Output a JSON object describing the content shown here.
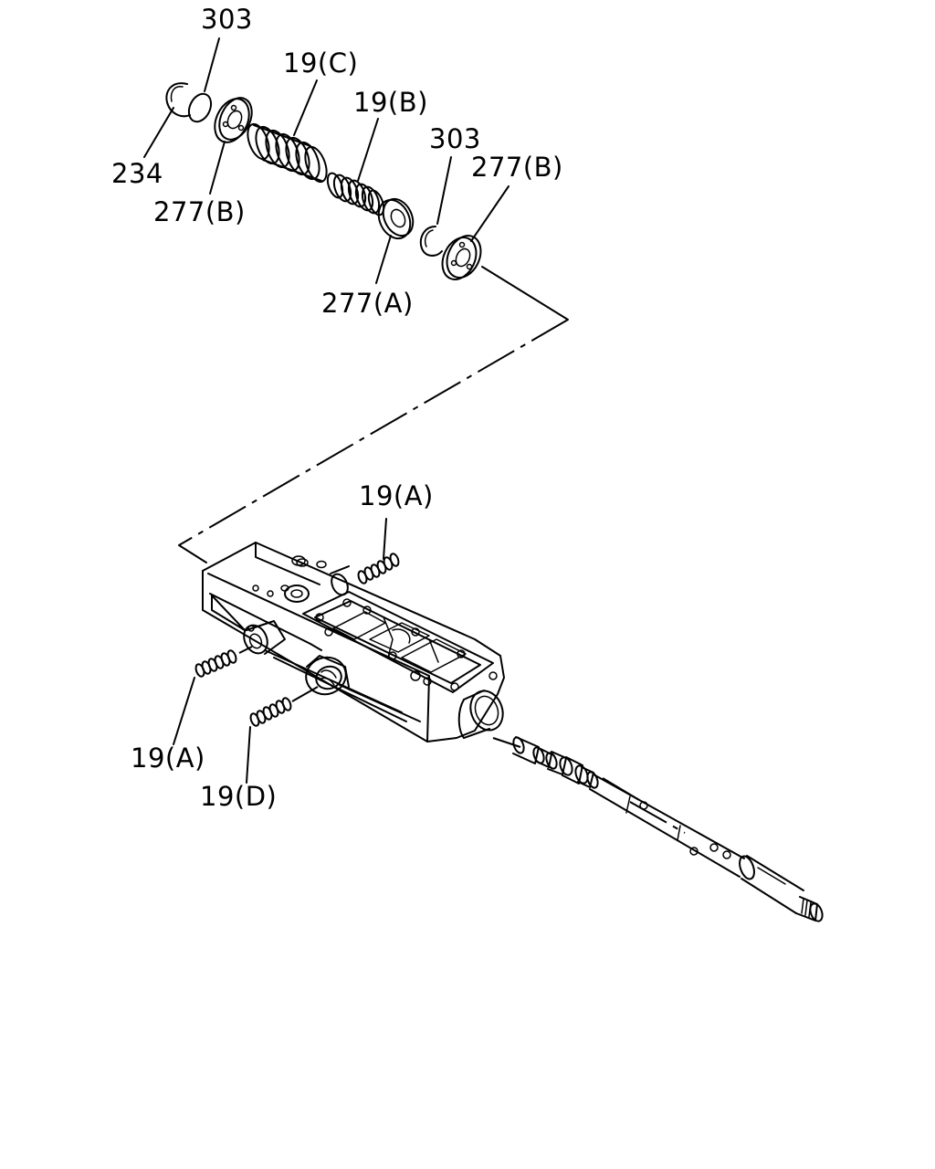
{
  "colors": {
    "line": "#000000",
    "background": "#ffffff"
  },
  "labels": {
    "p303_top": "303",
    "p234": "234",
    "p19c": "19(C)",
    "p277b_left": "277(B)",
    "p19b": "19(B)",
    "p303_right": "303",
    "p277b_right": "277(B)",
    "p277a": "277(A)",
    "p19a_top": "19(A)",
    "p19a_left": "19(A)",
    "p19d": "19(D)"
  }
}
